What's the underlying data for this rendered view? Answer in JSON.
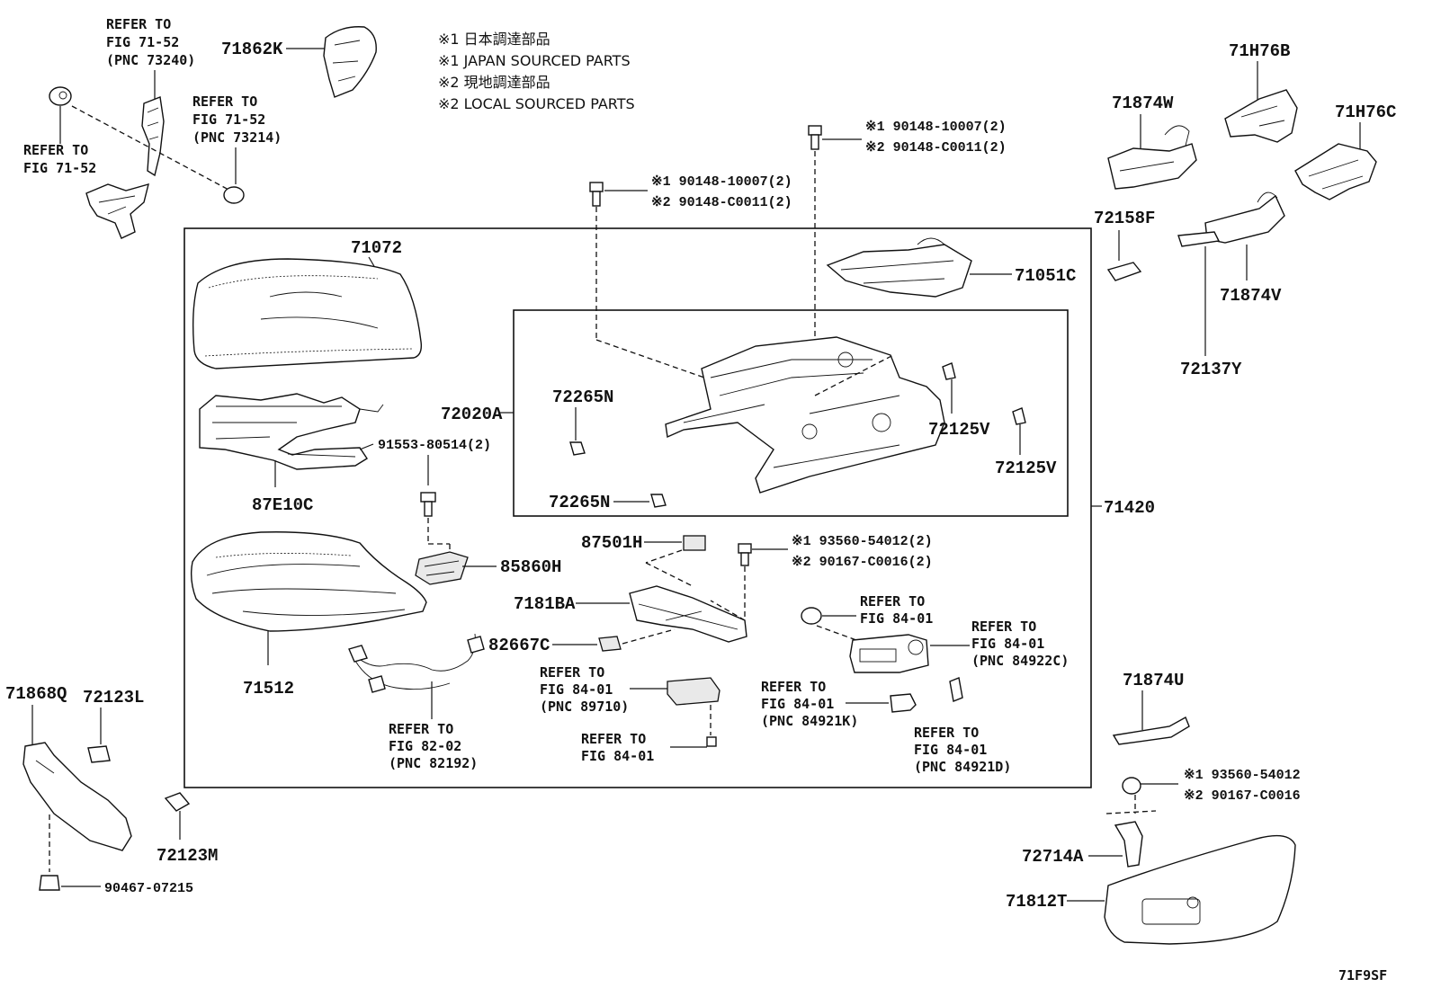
{
  "notes": [
    "※1 日本調達部品",
    "※1 JAPAN SOURCED PARTS",
    "※2 現地調達部品",
    "※2 LOCAL SOURCED PARTS"
  ],
  "parts": {
    "p71862K": "71862K",
    "p71H76B": "71H76B",
    "p71874W": "71874W",
    "p71H76C": "71H76C",
    "p72158F": "72158F",
    "p71874V": "71874V",
    "p72137Y": "72137Y",
    "p71072": "71072",
    "p71051C": "71051C",
    "p72020A": "72020A",
    "p72265N_a": "72265N",
    "p72265N_b": "72265N",
    "p72125V_a": "72125V",
    "p72125V_b": "72125V",
    "p91553": "91553-80514(2)",
    "p87E10C": "87E10C",
    "p71420": "71420",
    "p87501H": "87501H",
    "p85860H": "85860H",
    "p7181BA": "7181BA",
    "p82667C": "82667C",
    "p71512": "71512",
    "p71868Q": "71868Q",
    "p72123L": "72123L",
    "p72123M": "72123M",
    "p90467": "90467-07215",
    "p71874U": "71874U",
    "p72714A": "72714A",
    "p71812T": "71812T"
  },
  "bolts": {
    "b1_l1": "※1 90148-10007(2)",
    "b1_l2": "※2 90148-C0011(2)",
    "b2_l1": "※1 90148-10007(2)",
    "b2_l2": "※2 90148-C0011(2)",
    "b3_l1": "※1 93560-54012(2)",
    "b3_l2": "※2 90167-C0016(2)",
    "b4_l1": "※1 93560-54012",
    "b4_l2": "※2 90167-C0016"
  },
  "refs": {
    "r1": [
      "REFER TO",
      "FIG 71-52",
      "(PNC 73240)"
    ],
    "r2": [
      "REFER TO",
      "FIG 71-52"
    ],
    "r3": [
      "REFER TO",
      "FIG 71-52",
      "(PNC 73214)"
    ],
    "r4": [
      "REFER TO",
      "FIG 84-01"
    ],
    "r5": [
      "REFER TO",
      "FIG 84-01",
      "(PNC 84922C)"
    ],
    "r6": [
      "REFER TO",
      "FIG 84-01",
      "(PNC 89710)"
    ],
    "r7": [
      "REFER TO",
      "FIG 84-01",
      "(PNC 84921K)"
    ],
    "r8": [
      "REFER TO",
      "FIG 84-01"
    ],
    "r9": [
      "REFER TO",
      "FIG 82-02",
      "(PNC 82192)"
    ],
    "r10": [
      "REFER TO",
      "FIG 84-01",
      "(PNC 84921D)"
    ]
  },
  "figure_code": "71F9SF"
}
